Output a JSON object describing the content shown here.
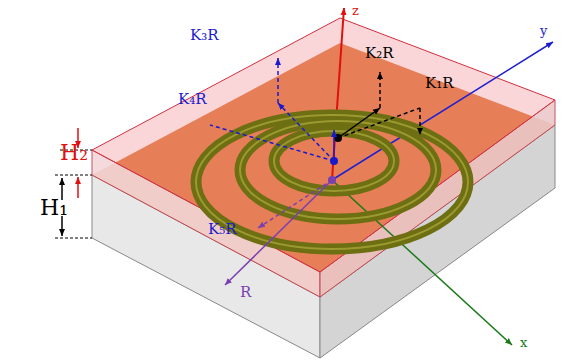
{
  "diagram": {
    "labels": [
      "H₂",
      "H₁",
      "K₃R",
      "K₂R",
      "K₄R",
      "K₁R",
      "K₅R",
      "R",
      "z",
      "y",
      "x"
    ]
  }
}
